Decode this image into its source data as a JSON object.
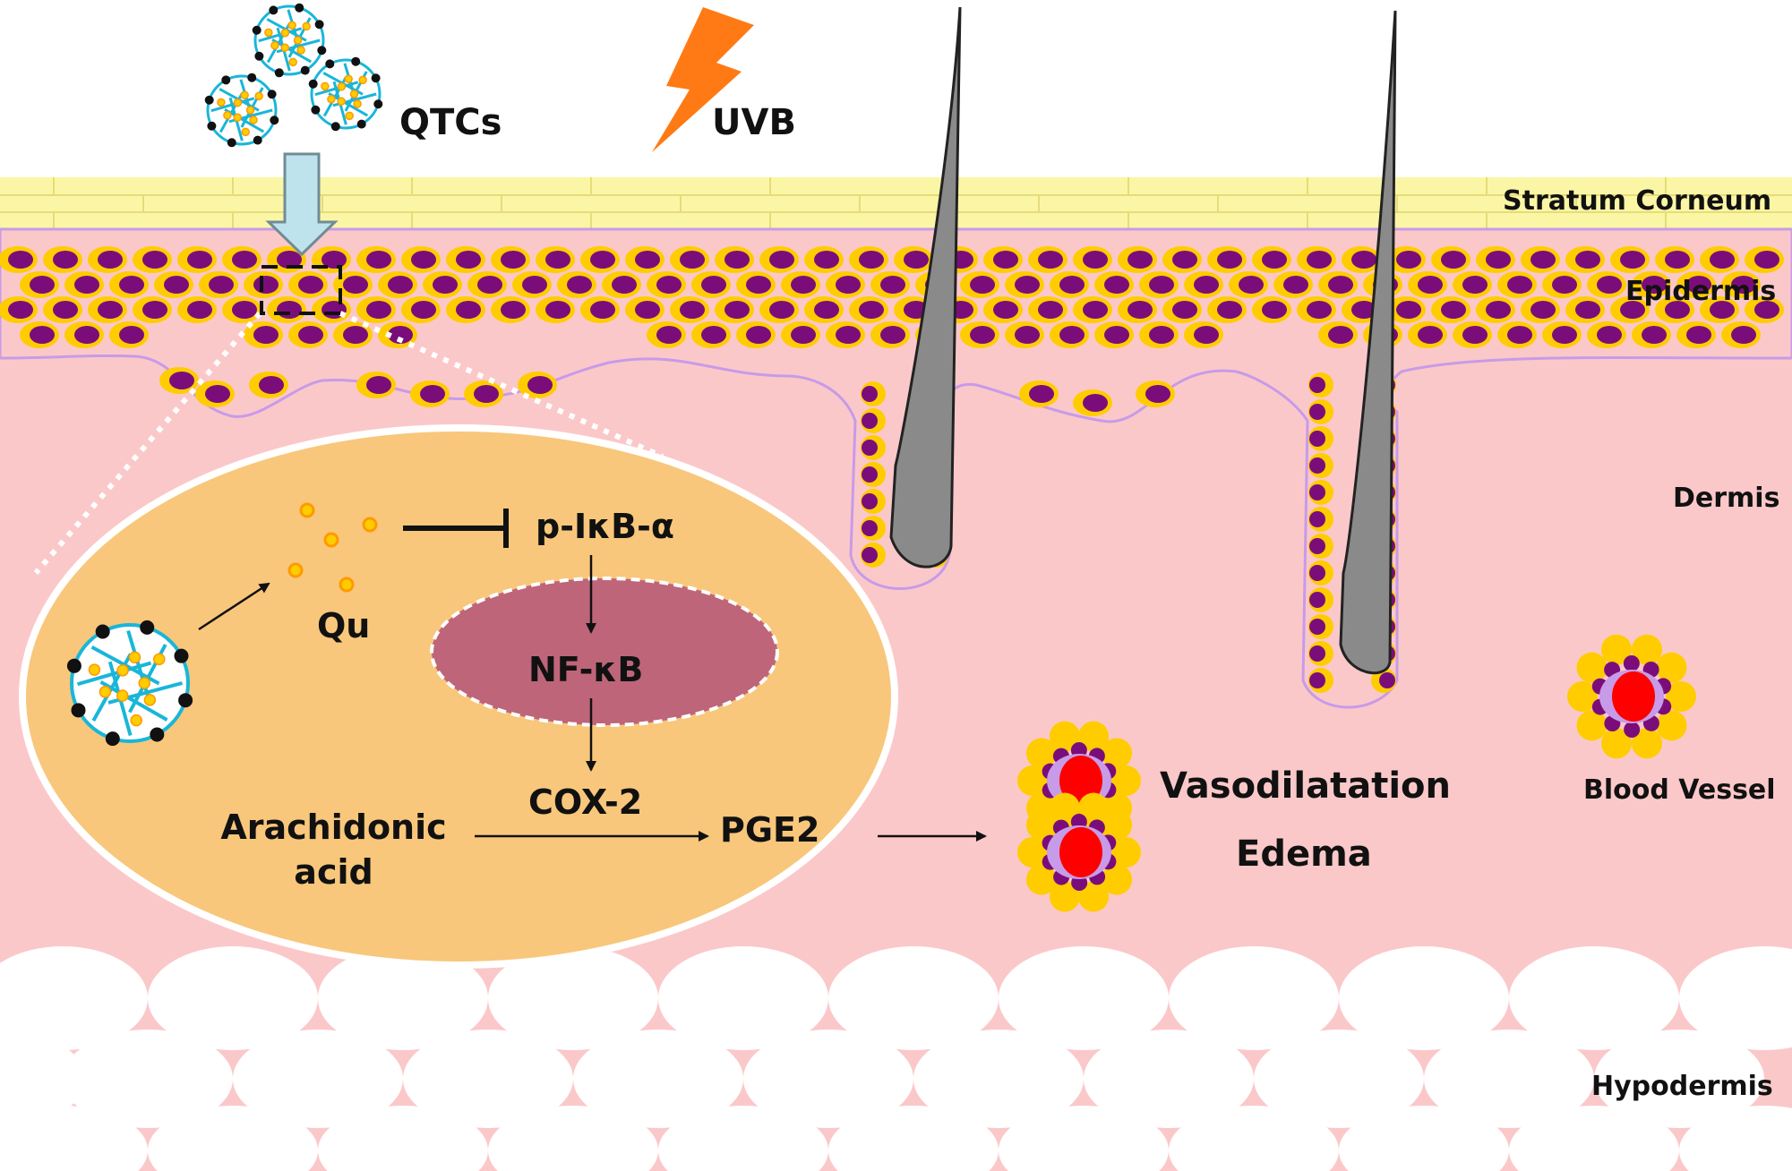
{
  "labels": {
    "qtcs": "QTCs",
    "uvb": "UVB",
    "stratum_corneum": "Stratum Corneum",
    "epidermis": "Epidermis",
    "dermis": "Dermis",
    "hypodermis": "Hypodermis",
    "blood_vessel": "Blood Vessel"
  },
  "pathway": {
    "qu": "Qu",
    "p_ikb": "p-IκB-α",
    "nfkb": "NF-κB",
    "cox2": "COX-2",
    "arachidonic_line1": "Arachidonic",
    "arachidonic_line2": "acid",
    "pge2": "PGE2"
  },
  "effects": {
    "vasodilatation": "Vasodilatation",
    "edema": "Edema"
  },
  "colors": {
    "stratum_corneum": "#fbf6a6",
    "dermis": "#fbc8c9",
    "cell_body": "#ffcc00",
    "nucleus": "#7b0d7b",
    "cell_oval": "#f8c77b",
    "nucleus_oval": "#be6579",
    "hair": "#8a8a8a",
    "uvb_bolt": "#ff7a14",
    "carrier_net": "#19b6d8",
    "arrow_fill": "#bfe3ec",
    "blood": "#ff0000",
    "vessel_wall": "#c79be8"
  },
  "icons": [
    "nanocarrier-icon",
    "lightning-bolt-icon",
    "hair-shaft-icon",
    "blood-vessel-icon",
    "fat-cell-icon"
  ]
}
